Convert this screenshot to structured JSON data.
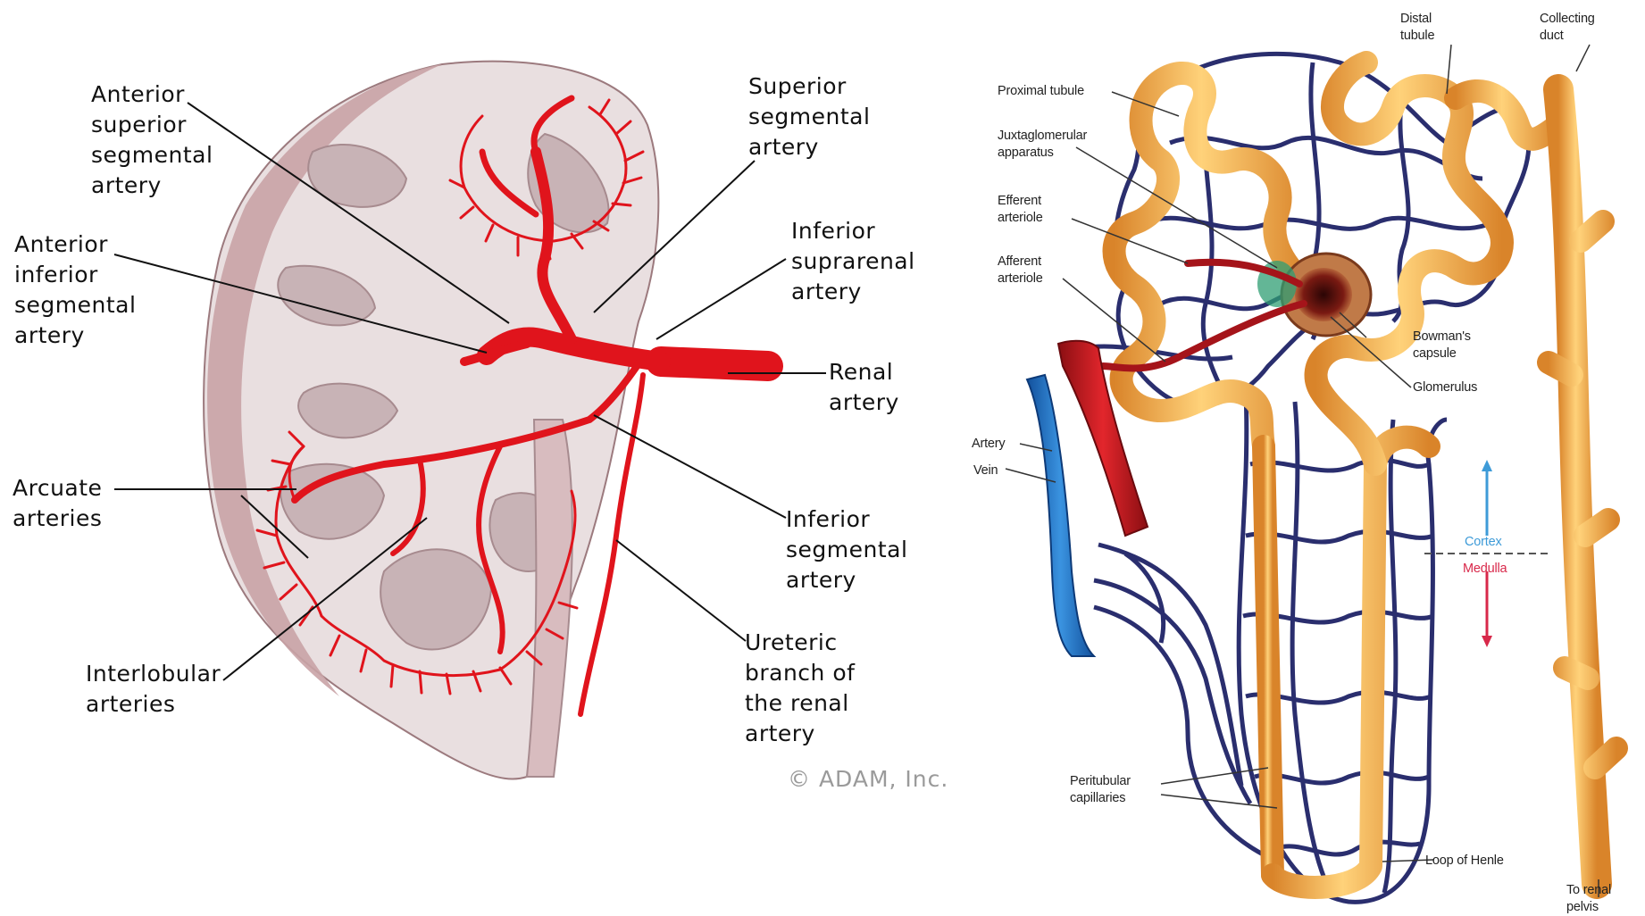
{
  "left_figure": {
    "labels": {
      "anterior_superior": "Anterior\nsuperior\nsegmental\nartery",
      "anterior_inferior": "Anterior\ninferior\nsegmental\nartery",
      "arcuate": "Arcuate\narteries",
      "interlobular": "Interlobular\narteries",
      "superior_segmental": "Superior\nsegmental\nartery",
      "inferior_suprarenal": "Inferior\nsuprarenal\nartery",
      "renal_artery": "Renal\nartery",
      "inferior_segmental": "Inferior\nsegmental\nartery",
      "ureteric_branch": "Ureteric\nbranch of\nthe renal\nartery"
    },
    "copyright": "© ADAM, Inc."
  },
  "right_figure": {
    "labels": {
      "distal_tubule": "Distal\ntubule",
      "collecting_duct": "Collecting\nduct",
      "proximal_tubule": "Proximal tubule",
      "juxtaglomerular": "Juxtaglomerular\napparatus",
      "efferent": "Efferent\narteriole",
      "afferent": "Afferent\narteriole",
      "bowmans": "Bowman's\ncapsule",
      "glomerulus": "Glomerulus",
      "artery": "Artery",
      "vein": "Vein",
      "cortex": "Cortex",
      "medulla": "Medulla",
      "peritubular": "Peritubular\ncapillaries",
      "loop_of_henle": "Loop of Henle",
      "to_renal_pelvis": "To renal\npelvis"
    }
  },
  "colors": {
    "artery_red": "#e0141c",
    "kidney_pink": "#c9a3a6",
    "vein_blue": "#1f6fc4",
    "capillary_navy": "#2a2e6e",
    "tubule_orange": "#f2a94b"
  }
}
